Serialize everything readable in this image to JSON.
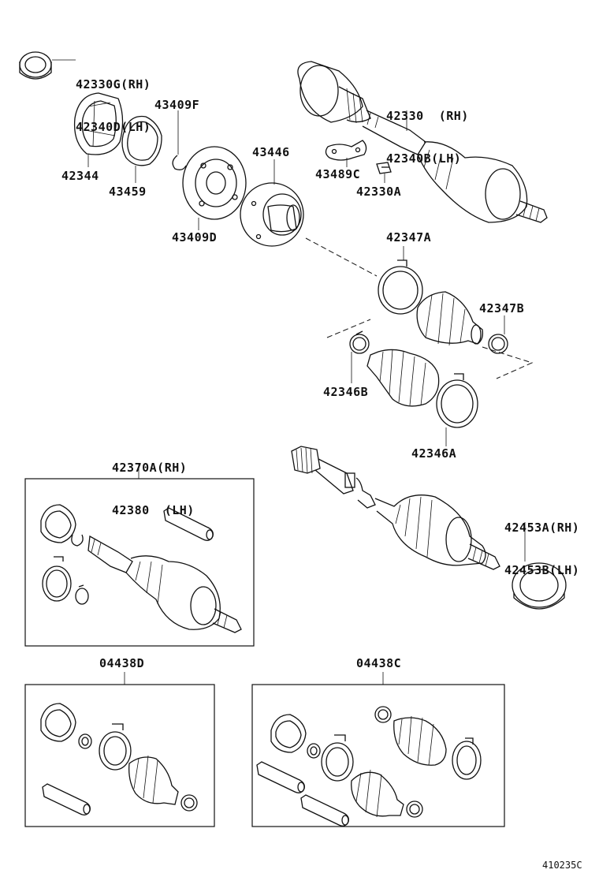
{
  "diagram_code": "410235C",
  "parts": {
    "p42330G": [
      "42330G(RH)",
      "42340D(LH)"
    ],
    "p42344": "42344",
    "p43459": "43459",
    "p43409F": "43409F",
    "p43409D": "43409D",
    "p43446": "43446",
    "p42330": [
      "42330  (RH)",
      "42340B(LH)"
    ],
    "p43489C": "43489C",
    "p42330A": "42330A",
    "p42347A": "42347A",
    "p42347B": "42347B",
    "p42346B": "42346B",
    "p42346A": "42346A",
    "p42370A": [
      "42370A(RH)",
      "42380  (LH)"
    ],
    "p42453A": [
      "42453A(RH)",
      "42453B(LH)"
    ],
    "p04438D": "04438D",
    "p04438C": "04438C"
  }
}
